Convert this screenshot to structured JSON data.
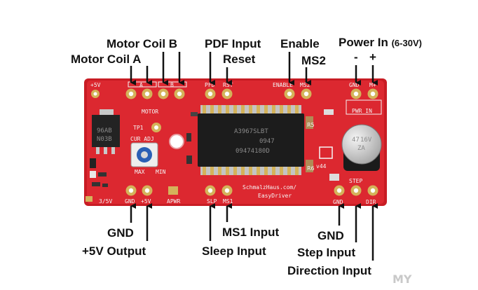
{
  "labels": {
    "motor_coil_b": "Motor Coil B",
    "motor_coil_a": "Motor Coil A",
    "pdf_input": "PDF Input",
    "reset": "Reset",
    "enable": "Enable",
    "ms2": "MS2",
    "power_in": "Power In",
    "power_in_range": "(6-30V)",
    "minus": "-",
    "plus": "+",
    "gnd_left": "GND",
    "plus5v_output": "+5V Output",
    "ms1_input": "MS1 Input",
    "sleep_input": "Sleep Input",
    "gnd_right": "GND",
    "step_input": "Step Input",
    "direction_input": "Direction Input"
  },
  "board": {
    "plus5v_top": "+5V",
    "coil_a_silk": "A",
    "coil_b_silk": "B",
    "motor": "MOTOR",
    "pfd": "PFD",
    "rst": "RST",
    "enable": "ENABLE",
    "ms2": "MS2",
    "gnd_top": "GND",
    "m_plus": "M+",
    "pwr_in": "PWR IN",
    "tp1": "TP1",
    "cur_adj": "CUR ADJ",
    "max": "MAX",
    "min": "MIN",
    "r5": "R5",
    "r6": "R6",
    "v44": "v44",
    "reg_line1": "96AB",
    "reg_line2": "N03B",
    "chip_line1": "A3967SLBT",
    "chip_line2": "0947",
    "chip_line3": "09474180D",
    "cap_line1": "47",
    "cap_line2": "16V",
    "cap_line3": "ZA",
    "v3_5v": "3/5V",
    "gnd_bottom": "GND",
    "plus5v_bottom": "+5V",
    "apwr": "APWR",
    "slp": "SLP",
    "ms1": "MS1",
    "url1": "SchmalzHaus.com/",
    "url2": "EasyDriver",
    "step": "STEP",
    "gnd_br": "GND",
    "dir": "DIR"
  },
  "watermark": "MY",
  "colors": {
    "pcb": "#d9232b",
    "pcb_dark": "#b81820",
    "pad": "#d4b35a",
    "chip": "#1c1c1c",
    "silk": "#f5f5f5"
  }
}
